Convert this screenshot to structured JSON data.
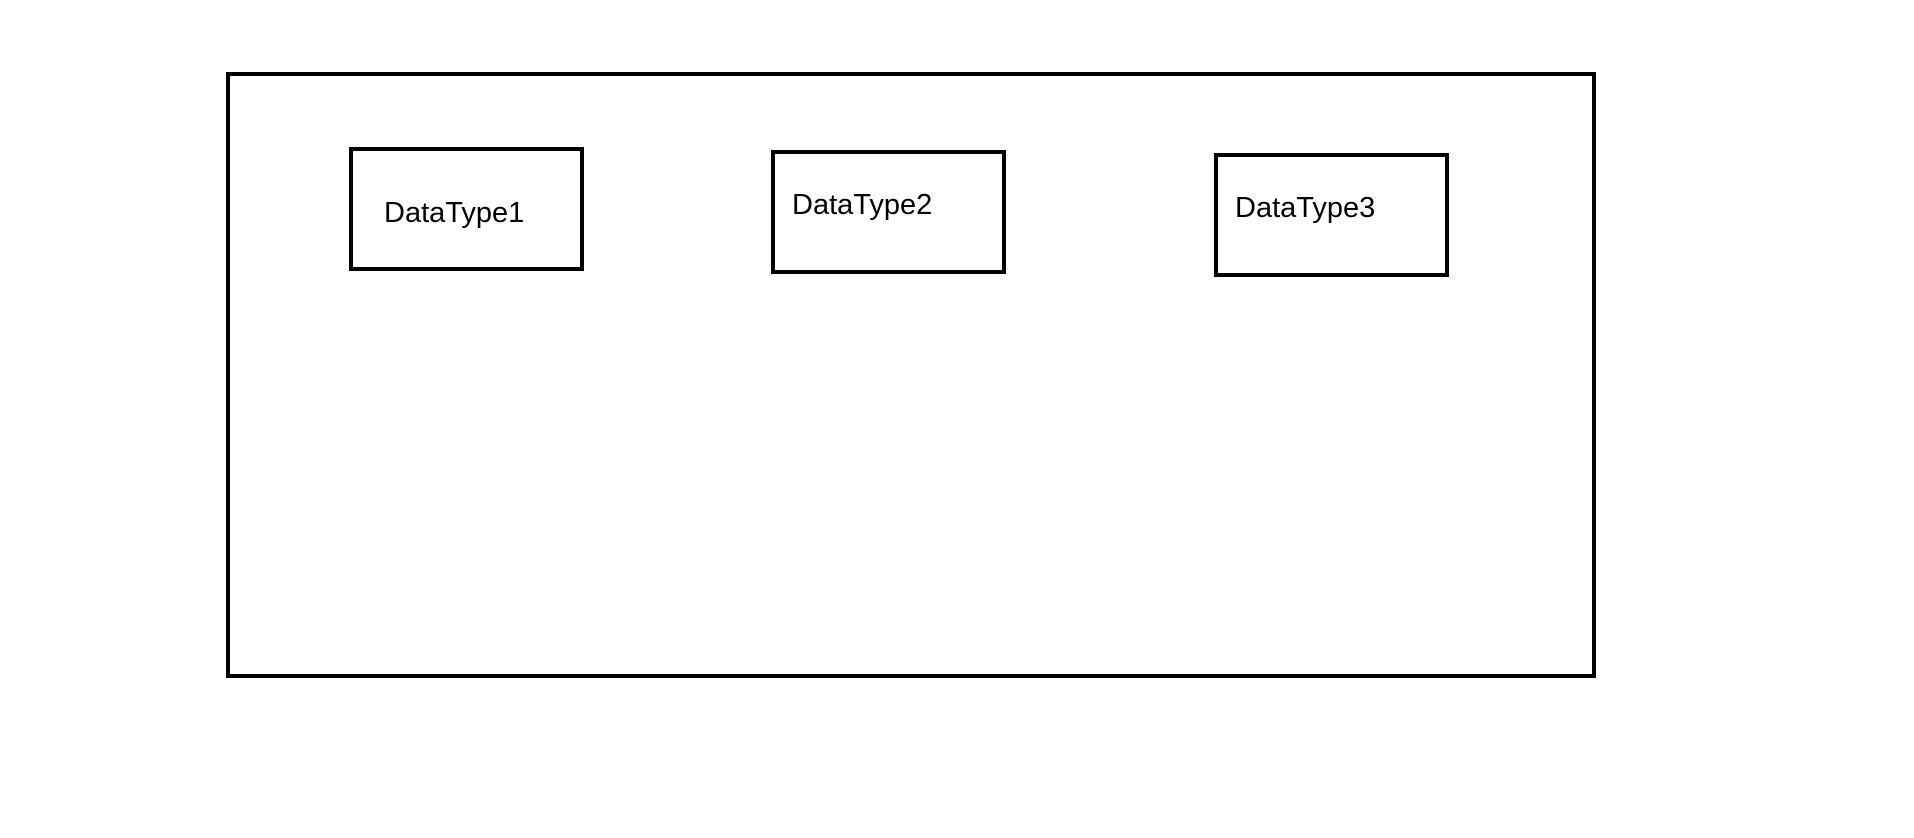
{
  "diagram": {
    "boxes": [
      {
        "label": "DataType1"
      },
      {
        "label": "DataType2"
      },
      {
        "label": "DataType3"
      }
    ]
  }
}
